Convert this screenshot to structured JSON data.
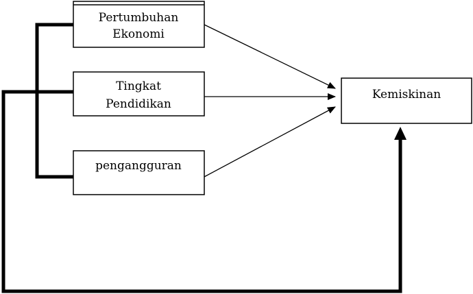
{
  "diagram": {
    "nodes": {
      "pertumbuhan": {
        "line1": "Pertumbuhan",
        "line2": "Ekonomi"
      },
      "tingkat": {
        "line1": "Tingkat",
        "line2": "Pendidikan"
      },
      "pengangguran": {
        "line1": "pengangguran"
      },
      "kemiskinan": {
        "line1": "Kemiskinan"
      }
    },
    "edges": [
      {
        "from": "pertumbuhan",
        "to": "kemiskinan"
      },
      {
        "from": "tingkat",
        "to": "kemiskinan"
      },
      {
        "from": "pengangguran",
        "to": "kemiskinan"
      },
      {
        "from": "pertumbuhan+tingkat+pengangguran",
        "to": "kemiskinan",
        "kind": "combined"
      }
    ],
    "colors": {
      "stroke": "#000000",
      "background": "#ffffff"
    }
  }
}
